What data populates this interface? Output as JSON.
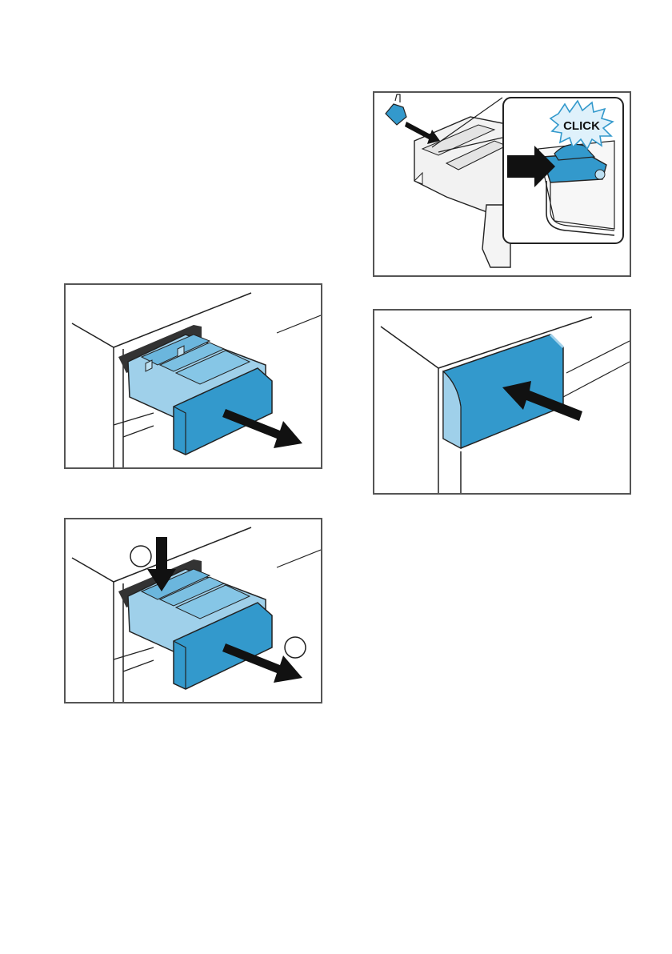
{
  "figures": [
    {
      "id": "pull-out-drawer"
    },
    {
      "id": "press-release-and-pull"
    },
    {
      "id": "insert-siphon",
      "callout": {
        "text": "CLICK"
      }
    },
    {
      "id": "push-in-drawer"
    }
  ],
  "colors": {
    "accent": "#3399cc",
    "accent_light": "#9fd0ea",
    "line": "#222222",
    "border": "#555555"
  }
}
